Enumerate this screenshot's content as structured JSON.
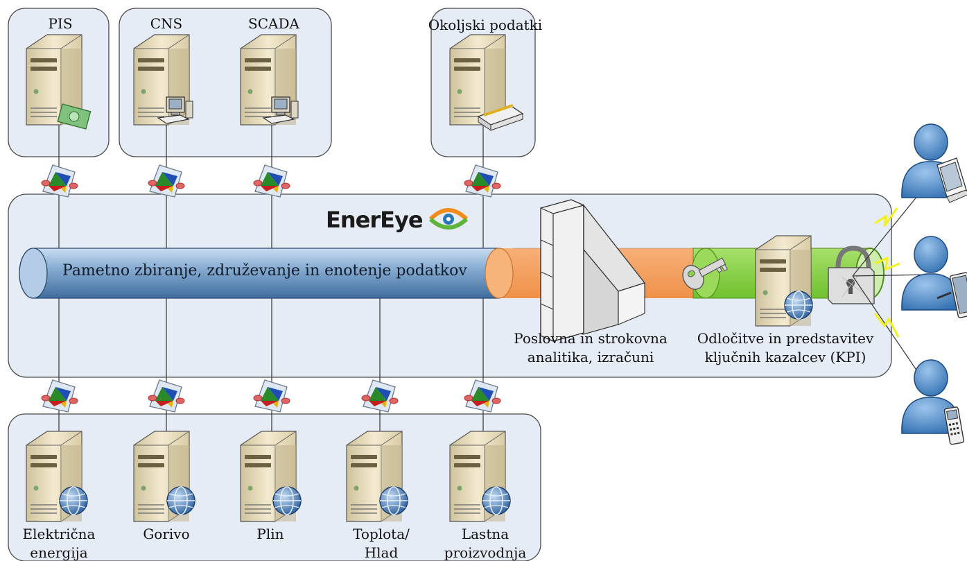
{
  "top_sources": [
    {
      "label": "PIS"
    },
    {
      "label": "CNS"
    },
    {
      "label": "SCADA"
    },
    {
      "label": "Okoljski podatki"
    }
  ],
  "bottom_sources": [
    {
      "label_line1": "Električna",
      "label_line2": "energija"
    },
    {
      "label_line1": "Gorivo",
      "label_line2": ""
    },
    {
      "label_line1": "Plin",
      "label_line2": ""
    },
    {
      "label_line1": "Toplota/",
      "label_line2": "Hlad"
    },
    {
      "label_line1": "Lastna",
      "label_line2": "proizvodnja"
    }
  ],
  "platform": {
    "logo_text": "EnerEye",
    "pipe_label": "Pametno zbiranje, združevanje in enotenje podatkov",
    "analytics_label_line1": "Poslovna in strokovna",
    "analytics_label_line2": "analitika, izračuni",
    "kpi_label_line1": "Odločitve in predstavitev",
    "kpi_label_line2": "ključnih kazalcev (KPI)"
  },
  "colors": {
    "panel_fill": "#e6ecf6",
    "panel_stroke": "#4a4a4a",
    "pipe_blue": "#5c8bb8",
    "pipe_orange": "#f4a261",
    "pipe_green": "#8bd04b",
    "server_beige": "#e8dcb8",
    "user_blue": "#4a86c5",
    "link_yellow": "#f2f21a"
  },
  "icons": {
    "server": "server-icon",
    "connector": "connector-icon",
    "firewall": "firewall-icon",
    "key": "key-icon",
    "lock": "padlock-icon",
    "globe": "globe-icon",
    "user": "user-icon"
  }
}
